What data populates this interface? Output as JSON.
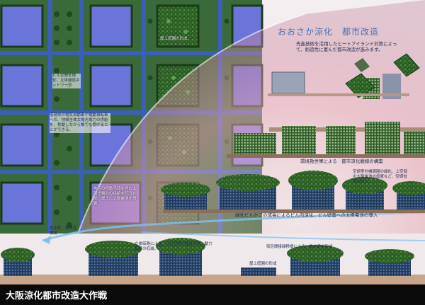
{
  "title": "おおさか涼化　都市改造",
  "intro": "先進技術を活用したヒートアイランド対策によって、創造性に富んだ都市改造が進みます。",
  "labels": {
    "rooftop_garden_top": "屋上庭園の形成",
    "building_space": "ビル空間を緑化：立体緑道ネットワーク",
    "ev_note": "低発熱の電気自動車や電動自転車への、地域全体太陽光電力の供給を、移動しながら誰でも受けることができる。",
    "solar_note": "地区の移動手段を含む太陽光電力の供給を行うため、屋上に太陽電池を設置。",
    "water_retention": "保水性、透水性舗装",
    "eco_army": "環境救世軍による　都市涼化戦線の構築",
    "balloon_note": "空調室外機周囲の緑化、上空部の太陽電池の設置など、空調効率の向上",
    "green_buildings": "緑化ビルかごの成長によるビル内涼化、ビル壁面への太陽電池の導入",
    "multi_level": "立体街路による、ビル空間の複合利用、動力負荷の低減。",
    "street_greening": "街区間接緑移植による、風の道の形成",
    "rooftop_garden_bottom": "屋上庭園の形成"
  },
  "banner": "大阪涼化都市改造大作戦",
  "colors": {
    "grid_road": "#3a5fb8",
    "greenery": "#2e6b2a",
    "roof_purple": "#7d6fd6",
    "pink_overlay": "#e7a4b4",
    "banner_bg": "#0a0a0a",
    "wind_arrow": "#7fbfe8"
  }
}
